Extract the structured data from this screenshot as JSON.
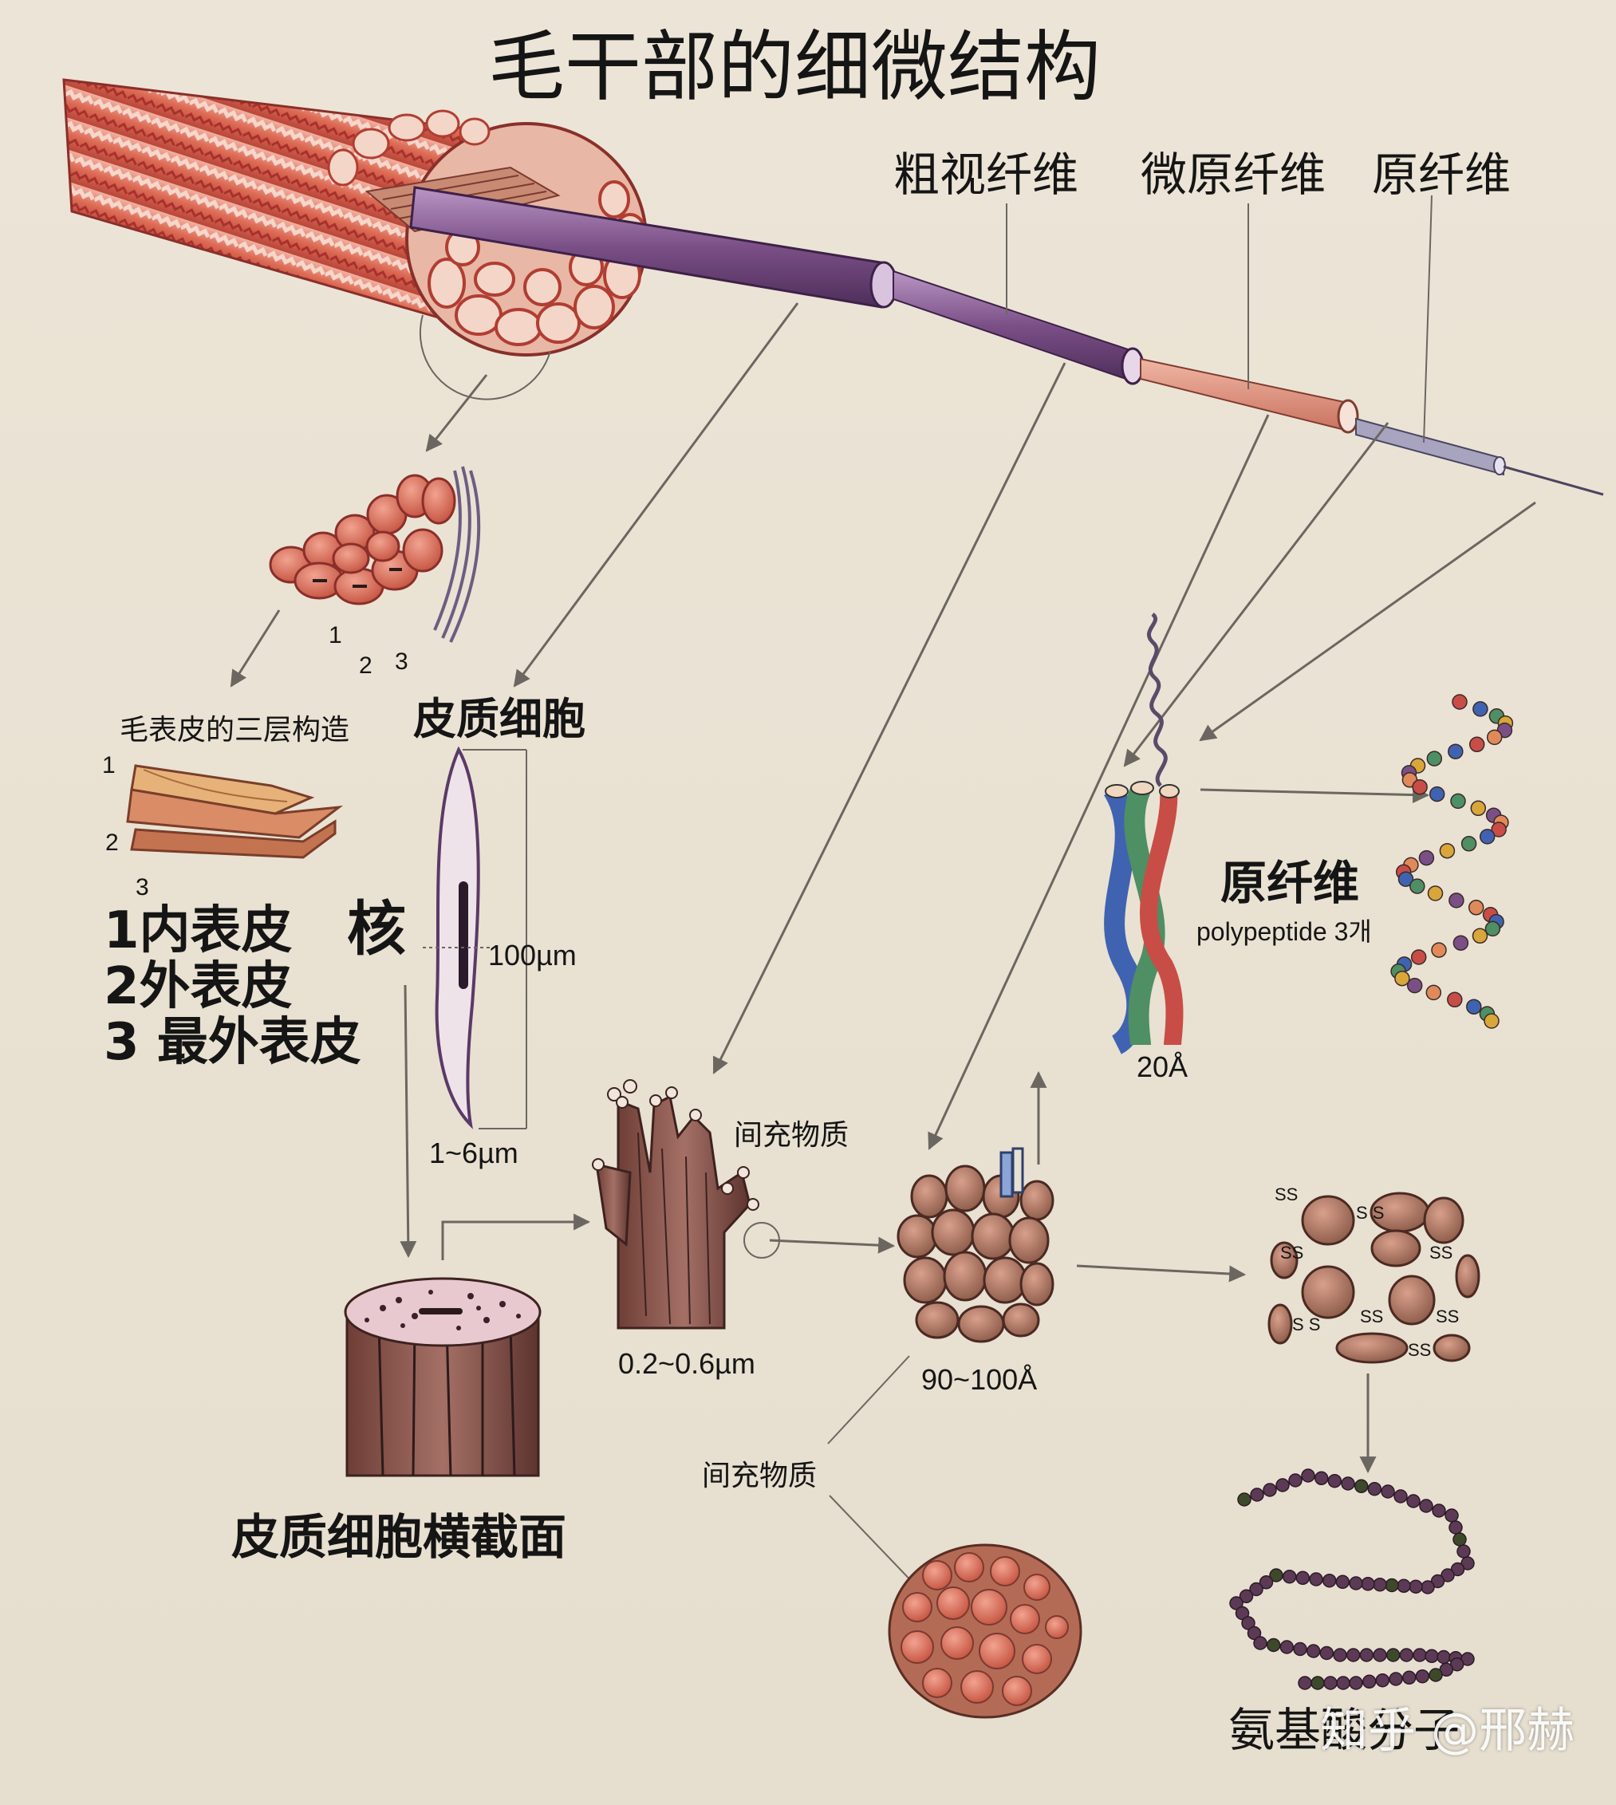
{
  "title": "毛干部的细微结构",
  "fiber_labels": {
    "macrofibril": "粗视纤维",
    "microfibril": "微原纤维",
    "protofibril": "原纤维"
  },
  "cuticle": {
    "numbers": [
      "1",
      "2",
      "3"
    ],
    "heading": "毛表皮的三层构造",
    "layer_numbers": [
      "1",
      "2",
      "3"
    ],
    "legend": [
      "1内表皮",
      "2外表皮",
      "3 最外表皮"
    ]
  },
  "cortex": {
    "heading": "皮质细胞",
    "nucleus": "核",
    "length": "100µm",
    "width": "1~6µm",
    "cross_section": "皮质细胞横截面"
  },
  "macro": {
    "matrix": "间充物质",
    "size": "0.2~0.6µm"
  },
  "micro": {
    "size": "90~100Å",
    "matrix": "间充物质"
  },
  "proto": {
    "label": "原纤维",
    "note": "polypeptide 3개",
    "size": "20Å"
  },
  "molecule": {
    "ss": [
      "SS",
      "S S",
      "SS",
      "SS",
      "S S",
      "SS",
      "SS",
      "SS"
    ],
    "label": "氨基酸分子"
  },
  "watermark": "知乎 @邢赫",
  "colors": {
    "background": "#e9e1d2",
    "cuticle_red": "#d2553f",
    "cortex_purple": "#7a4f86",
    "cell_brown": "#8b5a48",
    "ink": "#151515"
  }
}
